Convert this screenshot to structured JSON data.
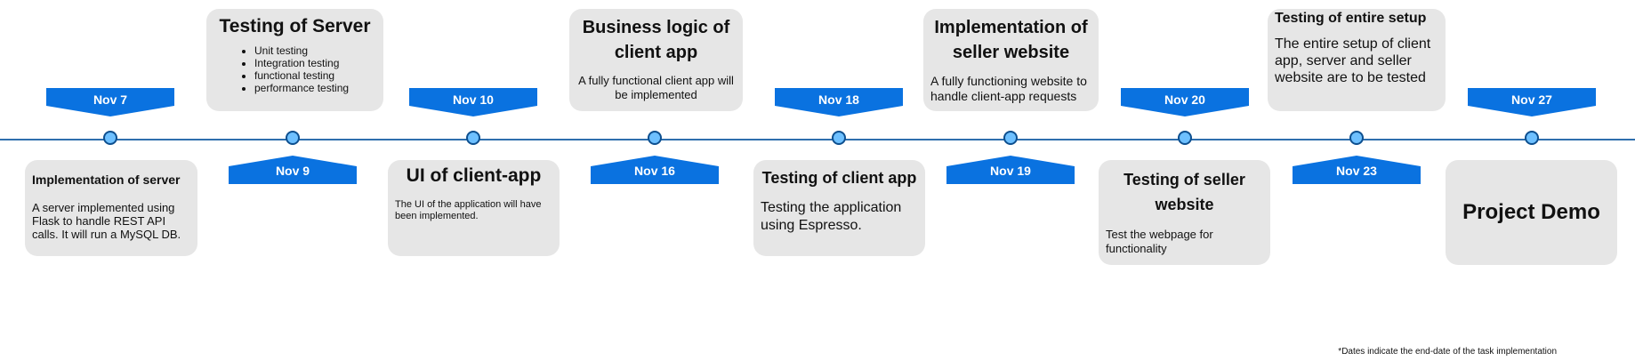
{
  "dates": [
    "Nov 7",
    "Nov 9",
    "Nov 10",
    "Nov 16",
    "Nov 18",
    "Nov 19",
    "Nov 20",
    "Nov 23",
    "Nov 27"
  ],
  "cards": [
    {
      "title": "Implementation of server",
      "text": "A server implemented using Flask to handle REST API calls. It will run a MySQL DB."
    },
    {
      "title": "Testing of Server",
      "bullets": [
        "Unit testing",
        "Integration testing",
        "functional testing",
        "performance testing"
      ]
    },
    {
      "title": "UI of client-app",
      "text": "The UI of the application will have been implemented."
    },
    {
      "title": "Business logic of client app",
      "text": "A fully functional client app will be implemented"
    },
    {
      "title": "Testing of client app",
      "text": "Testing the application using Espresso."
    },
    {
      "title": "Implementation of seller website",
      "text": "A fully functioning website to handle client-app requests"
    },
    {
      "title": "Testing of seller website",
      "text": "Test the webpage for functionality"
    },
    {
      "title": "Testing of entire setup",
      "text": "The entire setup of client app, server and seller website are to be tested"
    },
    {
      "title": "Project Demo"
    }
  ],
  "footnote": "*Dates indicate the end-date of the task implementation",
  "colors": {
    "marker": "#0a72e0",
    "axis": "#2f6fad",
    "node_fill": "#6ec0ff",
    "node_border": "#0d4f8f",
    "card": "#e6e6e6"
  }
}
